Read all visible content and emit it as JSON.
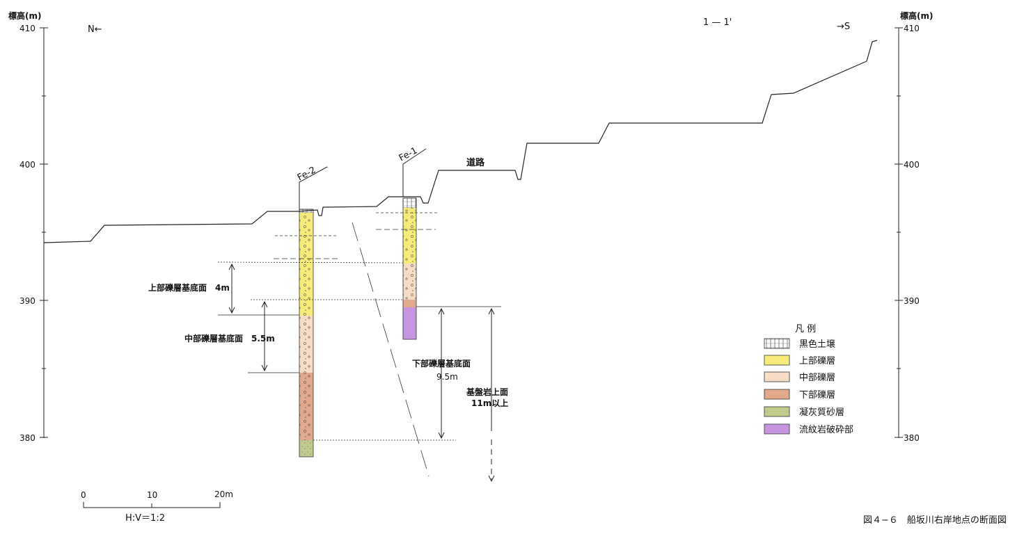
{
  "axes": {
    "left_title": "標高(m)",
    "right_title": "標高(m)",
    "ticks": [
      {
        "label": "410",
        "value": 410
      },
      {
        "label": "400",
        "value": 400
      },
      {
        "label": "390",
        "value": 390
      },
      {
        "label": "380",
        "value": 380
      }
    ]
  },
  "header": {
    "north": "N←",
    "south": "→S",
    "section_label": "1 — 1'"
  },
  "boreholes": [
    {
      "id": "fe2",
      "label": "Fe-2"
    },
    {
      "id": "fe1",
      "label": "Fe-1"
    }
  ],
  "annotations": {
    "road": "道路",
    "upper_base": "上部礫層基底面　4m",
    "middle_base": "中部礫層基底面　5.5m",
    "lower_base": "下部礫層基底面",
    "lower_base_value": "9.5m",
    "bedrock_top": "基盤岩上面",
    "bedrock_top_value": "11m以上"
  },
  "scale_bar": {
    "labels": [
      "0",
      "10",
      "20m"
    ],
    "ratio": "H:V＝1:2"
  },
  "legend": {
    "title": "凡 例",
    "items": [
      {
        "label": "黒色土壌",
        "color": "#ffffff"
      },
      {
        "label": "上部礫層",
        "color": "#f7ec7a"
      },
      {
        "label": "中部礫層",
        "color": "#f7dcc6"
      },
      {
        "label": "下部礫層",
        "color": "#e2a98c"
      },
      {
        "label": "凝灰質砂層",
        "color": "#c2c98c"
      },
      {
        "label": "流紋岩破砕部",
        "color": "#c896e0"
      }
    ]
  },
  "caption": "図４−６　船坂川右岸地点の断面図"
}
